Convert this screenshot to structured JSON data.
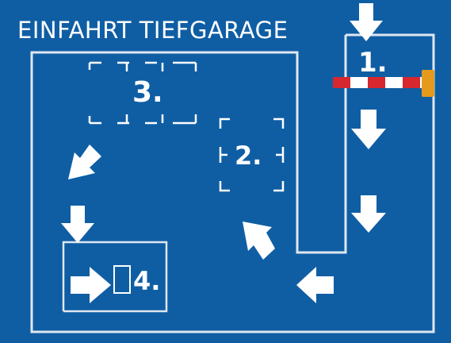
{
  "sign": {
    "title": "EINFAHRT TIEFGARAGE",
    "background_color": "#0f5ea4",
    "line_color": "#dfe7f0",
    "barrier_colors": {
      "red": "#d7282f",
      "white": "#ffffff",
      "post": "#e49b1d"
    }
  },
  "markers": {
    "step1": "1.",
    "step2": "2.",
    "step3": "3.",
    "step4": "4."
  },
  "icons": {
    "arrows": [
      "arrow-down-icon",
      "arrow-down-left-icon",
      "arrow-left-icon",
      "arrow-up-left-icon",
      "arrow-right-icon"
    ],
    "barrier": "barrier-gate-icon"
  }
}
